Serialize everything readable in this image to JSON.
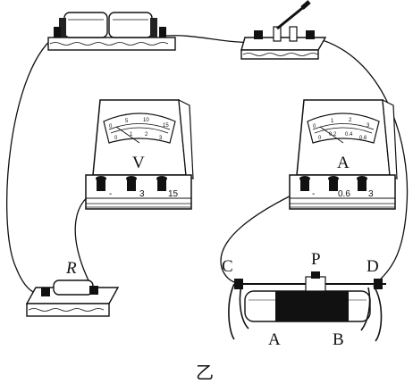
{
  "caption": "乙",
  "voltmeter": {
    "symbol": "V",
    "scale_top": [
      "0",
      "5",
      "10",
      "15"
    ],
    "scale_bottom": [
      "0",
      "1",
      "2",
      "3"
    ],
    "terminals": [
      "-",
      "3",
      "15"
    ]
  },
  "ammeter": {
    "symbol": "A",
    "scale_top": [
      "0",
      "1",
      "2",
      "3"
    ],
    "scale_bottom": [
      "0",
      "0.2",
      "0.4",
      "0.6"
    ],
    "terminals": [
      "-",
      "0.6",
      "3"
    ]
  },
  "resistor": {
    "label": "R"
  },
  "rheostat": {
    "terminal_c": "C",
    "terminal_d": "D",
    "slider": "P",
    "terminal_a": "A",
    "terminal_b": "B"
  }
}
